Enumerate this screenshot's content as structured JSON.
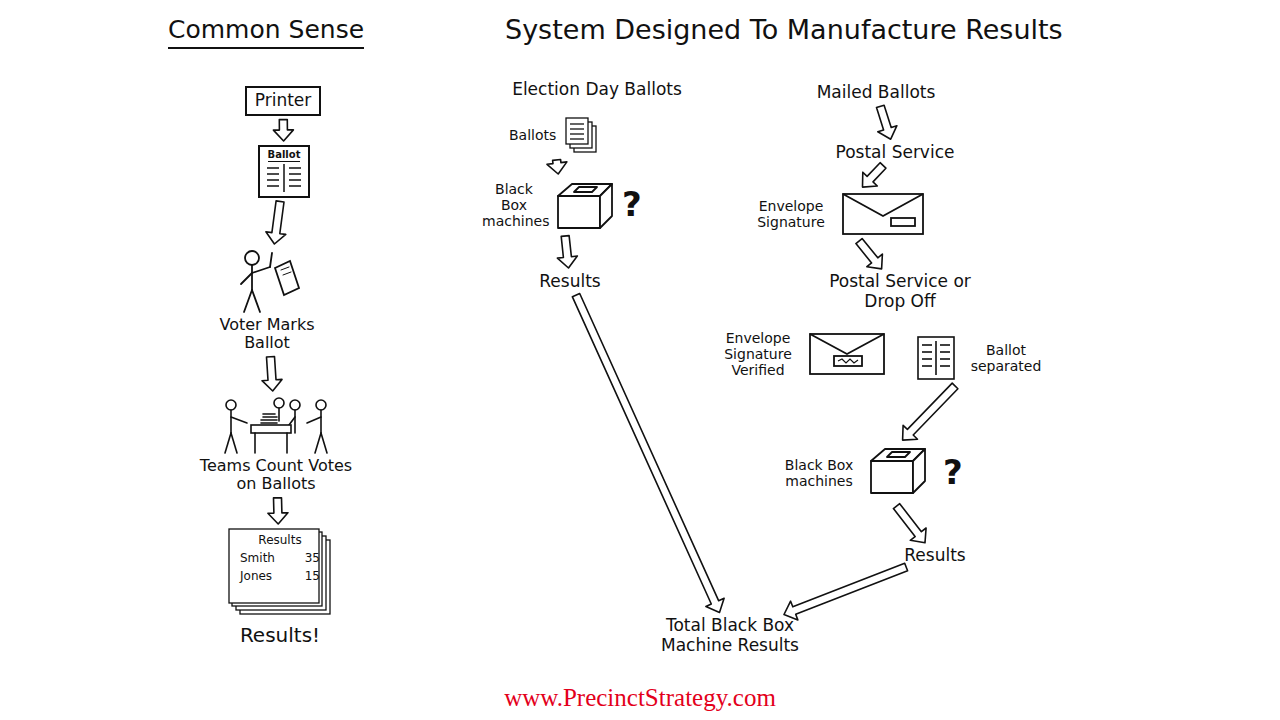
{
  "diagram": {
    "title": "System Designed To Manufacture Results",
    "caption": "www.PrecinctStrategy.com",
    "nodes": [
      {
        "text": [
          "Printer"
        ]
      },
      {
        "text": [
          "Ballot"
        ]
      },
      {
        "text": [
          "Voter Marks Ballot"
        ]
      },
      {
        "text": [
          "Teams Count Votes on Ballots"
        ]
      },
      {
        "text": [
          "Results",
          "Smith",
          "35",
          "Jones",
          "15",
          "Results!"
        ]
      },
      {
        "text": [
          "Election Day Ballots"
        ]
      },
      {
        "text": [
          "Ballots"
        ]
      },
      {
        "text": [
          "Black Box machines",
          "?"
        ]
      },
      {
        "text": [
          "Results"
        ]
      },
      {
        "text": [
          "Mailed Ballots"
        ]
      },
      {
        "text": [
          "Postal Service"
        ]
      },
      {
        "text": [
          "Envelope Signature"
        ]
      },
      {
        "text": [
          "Postal Service or Drop Off"
        ]
      },
      {
        "text": [
          "Envelope Signature Verified"
        ]
      },
      {
        "text": [
          "Ballot separated"
        ]
      },
      {
        "text": [
          "Black Box machines",
          "?"
        ]
      },
      {
        "text": [
          "Results"
        ]
      },
      {
        "text": [
          "Total Black Box Machine Results"
        ]
      }
    ],
    "edges": [
      {
        "from": 0,
        "to": 1,
        "arrow": "to"
      },
      {
        "from": 1,
        "to": 2,
        "arrow": "to"
      },
      {
        "from": 2,
        "to": 3,
        "arrow": "to"
      },
      {
        "from": 3,
        "to": 4,
        "arrow": "to"
      },
      {
        "from": 6,
        "to": 7,
        "arrow": "to"
      },
      {
        "from": 7,
        "to": 8,
        "arrow": "to"
      },
      {
        "from": 8,
        "to": 17,
        "arrow": "to"
      },
      {
        "from": 9,
        "to": 10,
        "arrow": "to"
      },
      {
        "from": 10,
        "to": 11,
        "arrow": "to"
      },
      {
        "from": 11,
        "to": 12,
        "arrow": "to"
      },
      {
        "from": 14,
        "to": 15,
        "arrow": "to"
      },
      {
        "from": 15,
        "to": 16,
        "arrow": "to"
      },
      {
        "from": 16,
        "to": 17,
        "arrow": "to"
      }
    ],
    "labels": [
      "Common Sense"
    ]
  }
}
